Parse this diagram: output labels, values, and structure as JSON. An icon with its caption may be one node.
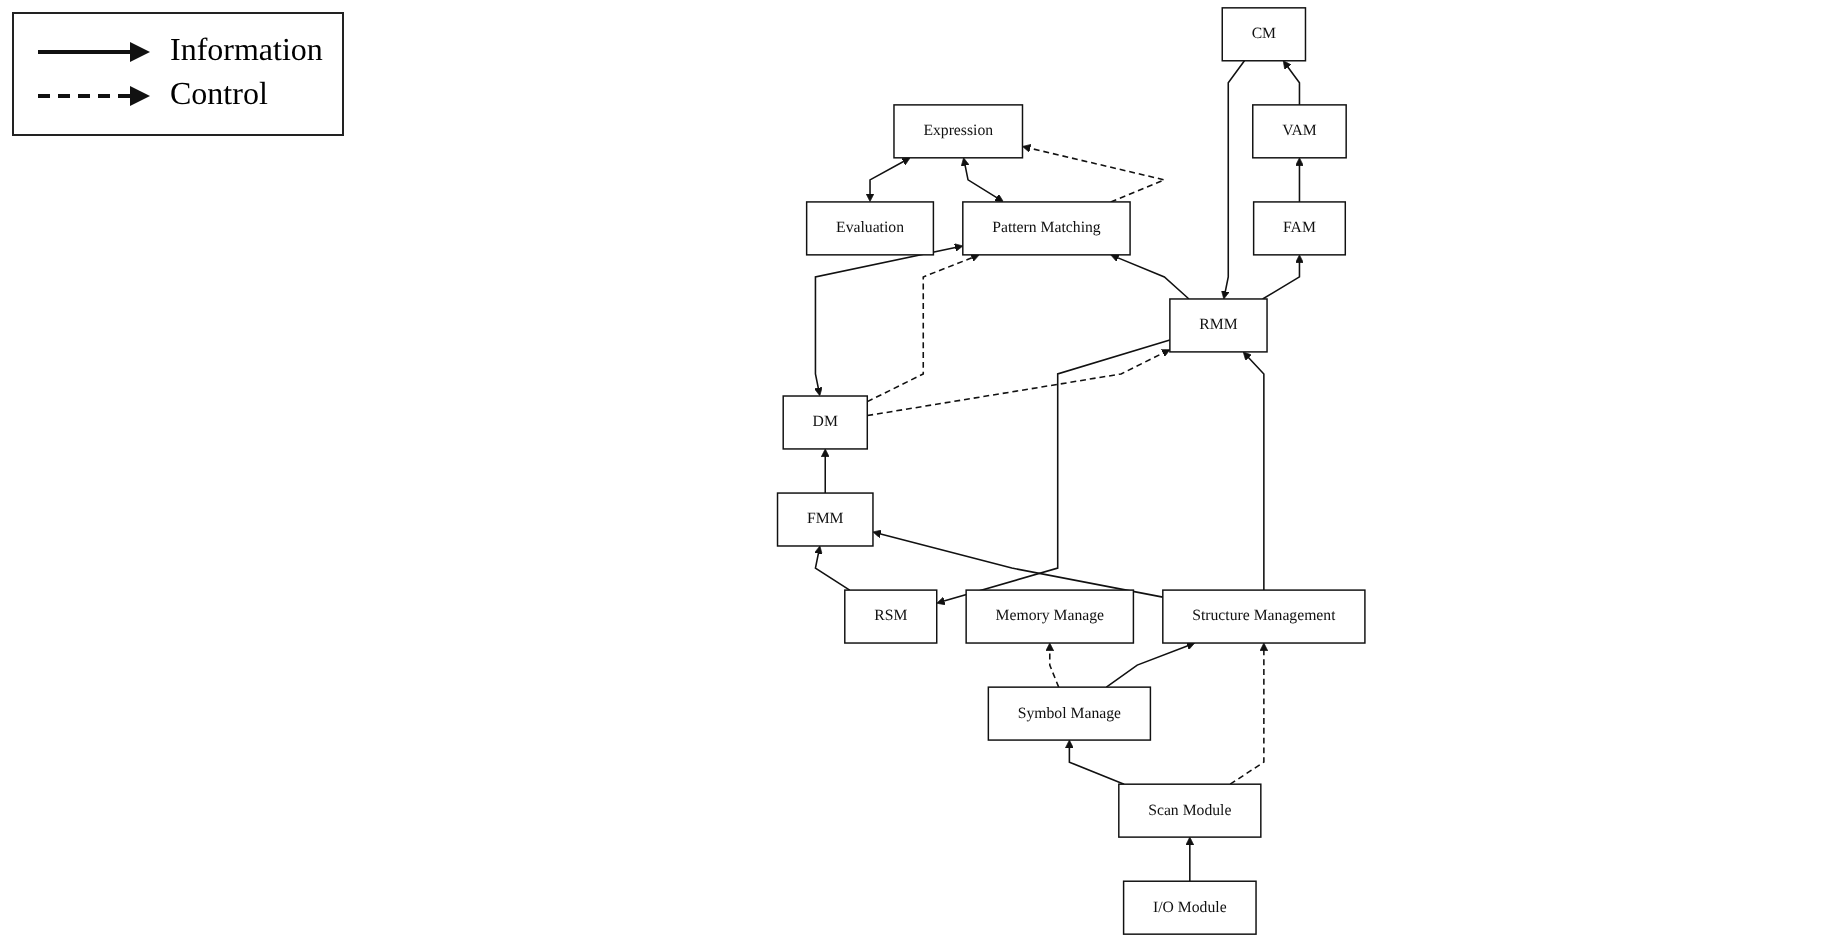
{
  "diagram": {
    "nodes": [
      {
        "text": [
          "RSM"
        ]
      },
      {
        "text": [
          "Evaluation"
        ]
      },
      {
        "text": [
          "Expression"
        ]
      },
      {
        "text": [
          "Pattern Matching"
        ]
      },
      {
        "text": [
          "Memory Manage"
        ]
      },
      {
        "text": [
          "RMM"
        ]
      },
      {
        "text": [
          "FAM"
        ]
      },
      {
        "text": [
          "CM"
        ]
      },
      {
        "text": [
          "VAM"
        ]
      },
      {
        "text": [
          "Symbol Manage"
        ]
      },
      {
        "text": [
          "Structure Management"
        ]
      },
      {
        "text": [
          "FMM"
        ]
      },
      {
        "text": [
          "DM"
        ]
      },
      {
        "text": [
          "Scan Module"
        ]
      },
      {
        "text": [
          "I/O Module"
        ]
      }
    ],
    "edges": [
      {
        "from": 14,
        "to": 13,
        "arrow": "to"
      },
      {
        "from": 13,
        "to": 9,
        "arrow": "to"
      },
      {
        "from": 13,
        "to": 10,
        "arrow": "to",
        "style": "dashed"
      },
      {
        "from": 9,
        "to": 4,
        "arrow": "to",
        "style": "dashed"
      },
      {
        "from": 9,
        "to": 10,
        "arrow": "to"
      },
      {
        "from": 10,
        "to": 11,
        "arrow": "to"
      },
      {
        "from": 10,
        "to": 5,
        "arrow": "to"
      },
      {
        "from": 11,
        "to": 12,
        "arrow": "to"
      },
      {
        "from": 0,
        "to": 11,
        "arrow": "to"
      },
      {
        "from": 5,
        "to": 0,
        "arrow": "to"
      },
      {
        "from": 5,
        "to": 6,
        "arrow": "to"
      },
      {
        "from": 6,
        "to": 8,
        "arrow": "to"
      },
      {
        "from": 8,
        "to": 7,
        "arrow": "to"
      },
      {
        "from": 7,
        "to": 5,
        "arrow": "to"
      },
      {
        "from": 12,
        "to": 5,
        "arrow": "to",
        "style": "dashed"
      },
      {
        "from": 5,
        "to": 3,
        "arrow": "to"
      },
      {
        "from": 12,
        "to": 3,
        "arrow": "to",
        "style": "dashed"
      },
      {
        "from": 12,
        "to": 3,
        "arrow": "both"
      },
      {
        "from": 3,
        "to": 2,
        "arrow": "to",
        "style": "dashed"
      },
      {
        "from": 3,
        "to": 2,
        "arrow": "both"
      },
      {
        "from": 1,
        "to": 2,
        "arrow": "both"
      }
    ],
    "legend": [
      {
        "text": "Information"
      },
      {
        "text": "Control"
      }
    ]
  }
}
